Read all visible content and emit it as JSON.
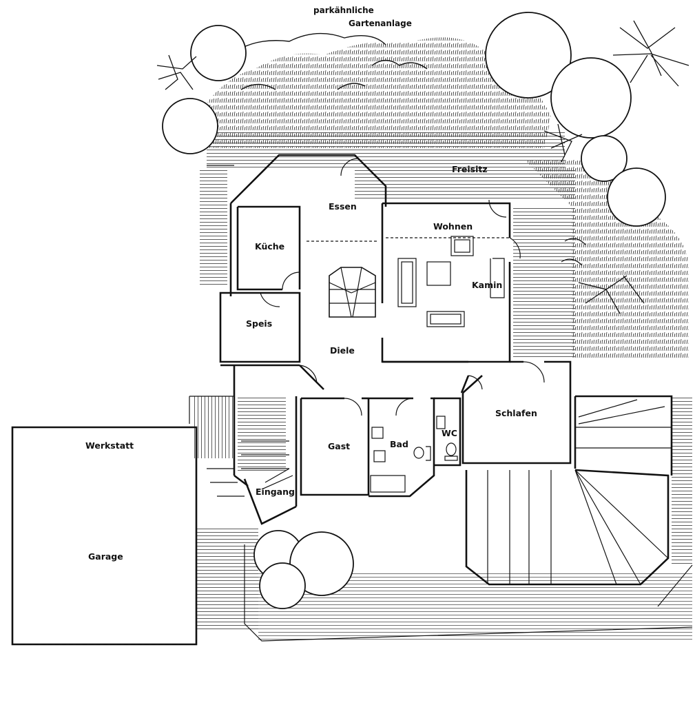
{
  "plan": {
    "garden_line1": "parkähnliche",
    "garden_line2": "Gartenanlage",
    "rooms": {
      "freisitz": "Freisitz",
      "essen": "Essen",
      "wohnen": "Wohnen",
      "kueche": "Küche",
      "kamin": "Kamin",
      "speis": "Speis",
      "diele": "Diele",
      "schlafen": "Schlafen",
      "werkstatt": "Werkstatt",
      "gast": "Gast",
      "bad": "Bad",
      "wc": "WC",
      "eingang": "Eingang",
      "garage": "Garage"
    },
    "colors": {
      "ink": "#111111",
      "paper": "#ffffff",
      "hatch": "#333333"
    }
  }
}
